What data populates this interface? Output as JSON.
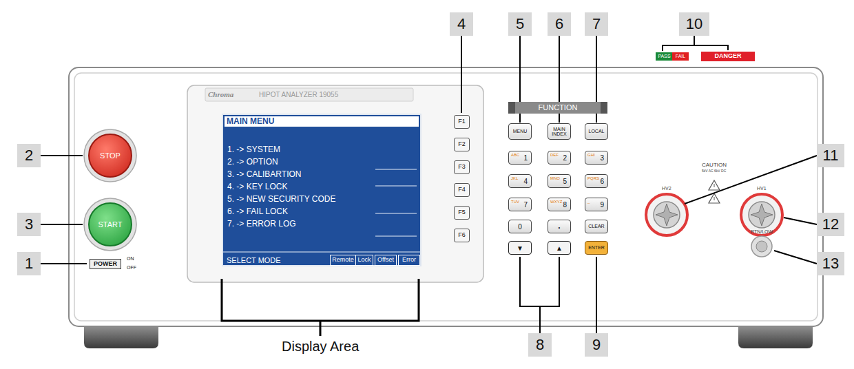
{
  "diagram": {
    "nodes": [
      {
        "text": [
          "MAIN MENU",
          "1. -> SYSTEM",
          "2. -> OPTION",
          "3. -> CALIBARTION",
          "4. -> KEY LOCK",
          "5. -> NEW SECURITY CODE",
          "6. -> FAIL LOCK",
          "7. -> ERROR LOG",
          "SELECT MODE"
        ]
      },
      {
        "text": [
          "Remote"
        ],
        "in": 0
      },
      {
        "text": [
          "Lock"
        ],
        "in": 0
      },
      {
        "text": [
          "Offset"
        ],
        "in": 0
      },
      {
        "text": [
          "Error"
        ],
        "in": 0
      },
      {
        "text": [
          "STOP"
        ]
      },
      {
        "text": [
          "START"
        ]
      },
      {
        "text": [
          "POWER"
        ]
      },
      {
        "text": [
          "F1"
        ]
      },
      {
        "text": [
          "F2"
        ]
      },
      {
        "text": [
          "F3"
        ]
      },
      {
        "text": [
          "F4"
        ]
      },
      {
        "text": [
          "F5"
        ]
      },
      {
        "text": [
          "F6"
        ]
      },
      {
        "text": [
          "MENU"
        ]
      },
      {
        "text": [
          "MAIN INDEX"
        ]
      },
      {
        "text": [
          "LOCAL"
        ]
      },
      {
        "text": [
          "ABC",
          "1"
        ]
      },
      {
        "text": [
          "DEF",
          "2"
        ]
      },
      {
        "text": [
          "GHI",
          "3"
        ]
      },
      {
        "text": [
          "JKL",
          "4"
        ]
      },
      {
        "text": [
          "MNO",
          "5"
        ]
      },
      {
        "text": [
          "PQRS",
          "6"
        ]
      },
      {
        "text": [
          "TUV",
          "7"
        ]
      },
      {
        "text": [
          "WXYZ",
          "8"
        ]
      },
      {
        "text": [
          "_",
          "9"
        ]
      },
      {
        "text": [
          "0"
        ]
      },
      {
        "text": [
          "."
        ]
      },
      {
        "text": [
          "CLEAR"
        ]
      },
      {
        "text": [
          "▼"
        ]
      },
      {
        "text": [
          "▲"
        ]
      },
      {
        "text": [
          "ENTER"
        ]
      },
      {
        "text": [
          "PASS"
        ]
      },
      {
        "text": [
          "FAIL"
        ]
      },
      {
        "text": [
          "DANGER"
        ]
      },
      {
        "text": [
          "FUNCTION"
        ]
      }
    ],
    "labels": [
      "Chroma",
      "HIPOT ANALYZER 19055",
      "ON",
      "OFF",
      "HV2",
      "CAUTION",
      "5kV AC 6kV DC",
      "HV1",
      "RTN/LOW",
      "1",
      "2",
      "3",
      "4",
      "5",
      "6",
      "7",
      "8",
      "9",
      "10",
      "11",
      "12",
      "13",
      "Display Area"
    ]
  }
}
